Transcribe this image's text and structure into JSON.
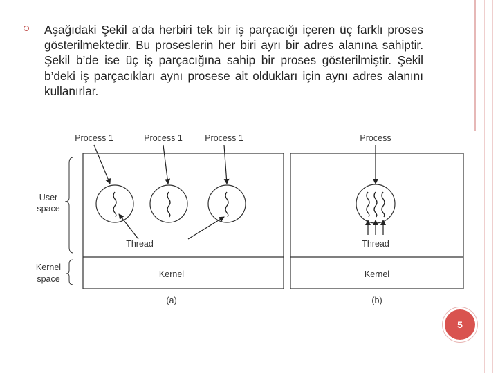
{
  "slide": {
    "body_text": "Aşağıdaki Şekil a’da herbiri tek bir iş parçacığı içeren üç farklı proses gösterilmektedir. Bu proseslerin her biri ayrı bir adres alanına sahiptir.  Şekil b’de ise üç iş parçacığına sahip bir proses gösterilmiştir. Şekil b’deki iş parçacıkları aynı prosese ait oldukları için aynı adres alanını  kullanırlar.",
    "page_number": "5"
  },
  "figure": {
    "user_space_label_1": "User",
    "user_space_label_2": "space",
    "kernel_space_label_1": "Kernel",
    "kernel_space_label_2": "space",
    "a": {
      "process_labels": [
        "Process 1",
        "Process 1",
        "Process 1"
      ],
      "thread_label": "Thread",
      "kernel_label": "Kernel",
      "caption": "(a)"
    },
    "b": {
      "process_label": "Process",
      "thread_label": "Thread",
      "kernel_label": "Kernel",
      "caption": "(b)"
    }
  },
  "colors": {
    "accent": "#c0504d",
    "badge": "#d9534f",
    "deco_line": "#e6b8b7"
  }
}
